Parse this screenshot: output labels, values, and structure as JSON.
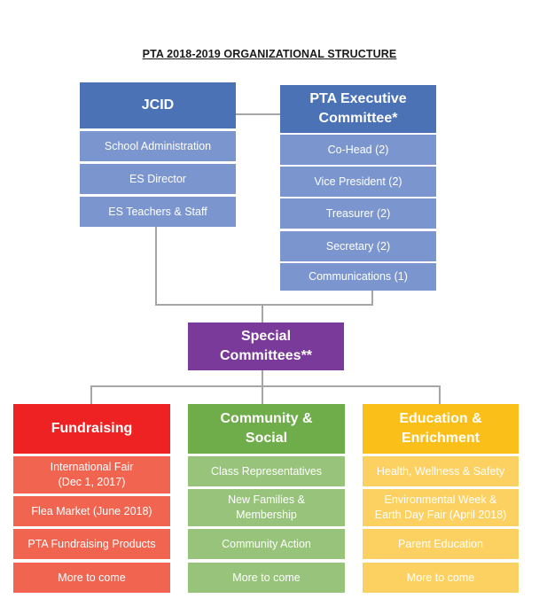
{
  "title": "PTA 2018-2019 ORGANIZATIONAL STRUCTURE",
  "colors": {
    "blue_header": "#4a72b5",
    "blue_item": "#7b96cf",
    "purple": "#7a3a9a",
    "red_header": "#ee2222",
    "red_item": "#f06450",
    "green_header": "#6fad4b",
    "green_item": "#97c37a",
    "yellow_header": "#fbbf1a",
    "yellow_item": "#fdd161",
    "connector": "#a6a6a6"
  },
  "jcid": {
    "header": "JCID",
    "items": [
      "School Administration",
      "ES Director",
      "ES Teachers & Staff"
    ]
  },
  "executive": {
    "header": "PTA Executive\nCommittee*",
    "items": [
      "Co-Head (2)",
      "Vice President (2)",
      "Treasurer (2)",
      "Secretary (2)",
      "Communications (1)"
    ]
  },
  "special": {
    "header": "Special\nCommittees**"
  },
  "fundraising": {
    "header": "Fundraising",
    "items": [
      "International Fair\n(Dec 1, 2017)",
      "Flea Market (June 2018)",
      "PTA Fundraising Products",
      "More to come"
    ]
  },
  "community": {
    "header": "Community &\nSocial",
    "items": [
      "Class Representatives",
      "New Families &\nMembership",
      "Community Action",
      "More to come"
    ]
  },
  "education": {
    "header": "Education &\nEnrichment",
    "items": [
      "Health, Wellness & Safety",
      "Environmental Week &\nEarth Day Fair (April 2018)",
      "Parent Education",
      "More to come"
    ]
  }
}
